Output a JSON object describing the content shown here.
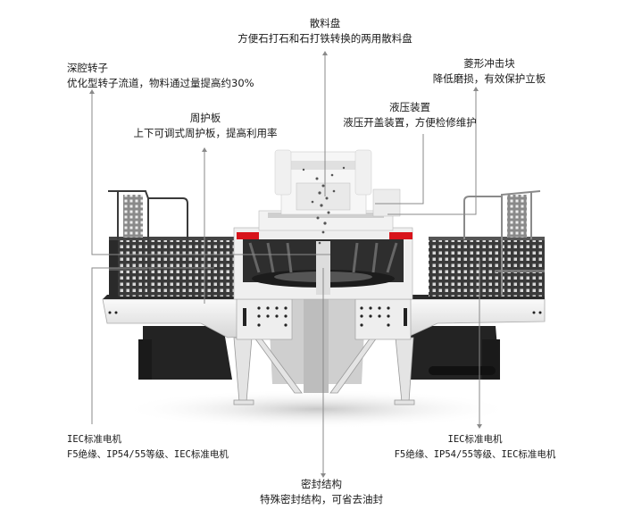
{
  "callouts": {
    "distributor": {
      "title": "散料盘",
      "desc": "方便石打石和石打铁转换的两用散料盘"
    },
    "rotor": {
      "title": "深腔转子",
      "desc": "优化型转子流道，物料通过量提高约30%"
    },
    "impact_block": {
      "title": "菱形冲击块",
      "desc": "降低磨损，有效保护立板"
    },
    "guard_plate": {
      "title": "周护板",
      "desc": "上下可调式周护板，提高利用率"
    },
    "hydraulic": {
      "title": "液压装置",
      "desc": "液压开盖装置，方便检修维护"
    },
    "motor_left": {
      "title": "IEC标准电机",
      "desc": "F5绝缘、IP54/55等级、IEC标准电机"
    },
    "motor_right": {
      "title": "IEC标准电机",
      "desc": "F5绝缘、IP54/55等级、IEC标准电机"
    },
    "seal": {
      "title": "密封结构",
      "desc": "特殊密封结构，可省去油封"
    }
  },
  "colors": {
    "accent_red": "#d8141b",
    "line": "#888888",
    "dark_steel": "#2b2b2b",
    "light_steel": "#e8e8e8"
  }
}
